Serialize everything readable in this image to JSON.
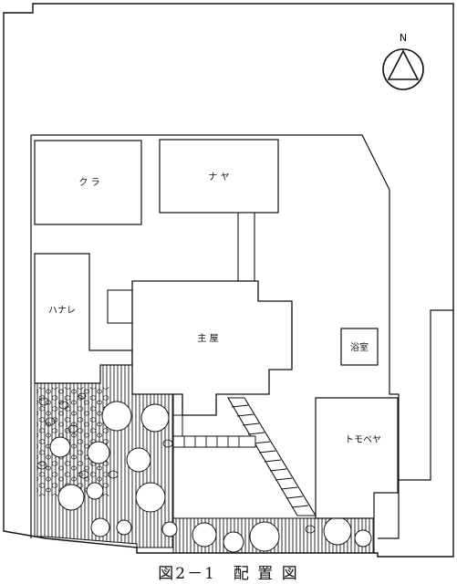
{
  "compass": {
    "label": "N"
  },
  "buildings": {
    "kura": "ク ラ",
    "naya": "ナ ヤ",
    "hanare": "ハナレ",
    "omoya": "主 屋",
    "yokushitsu": "浴室",
    "tomobeya": "トモベヤ"
  },
  "caption": "図2－1　配 置 図",
  "colors": {
    "ink": "#111111",
    "paper": "#ffffff"
  }
}
